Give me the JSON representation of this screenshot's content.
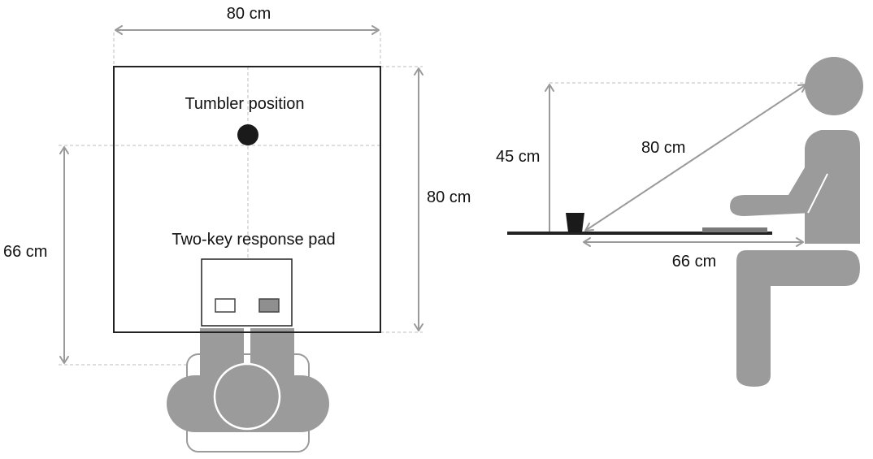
{
  "top_view": {
    "width_label": "80 cm",
    "depth_label": "80 cm",
    "reach_label": "66 cm",
    "tumbler_label": "Tumbler position",
    "pad_label": "Two-key response pad"
  },
  "side_view": {
    "height_label": "45 cm",
    "diagonal_label": "80 cm",
    "reach_label": "66 cm"
  },
  "colors": {
    "figure": "#9b9b9b",
    "dimension_line": "#9a9a9a",
    "guide_line": "#bdbdbd",
    "table_edge": "#222222",
    "tumbler": "#1a1a1a",
    "key_filled": "#8f8f8f"
  }
}
